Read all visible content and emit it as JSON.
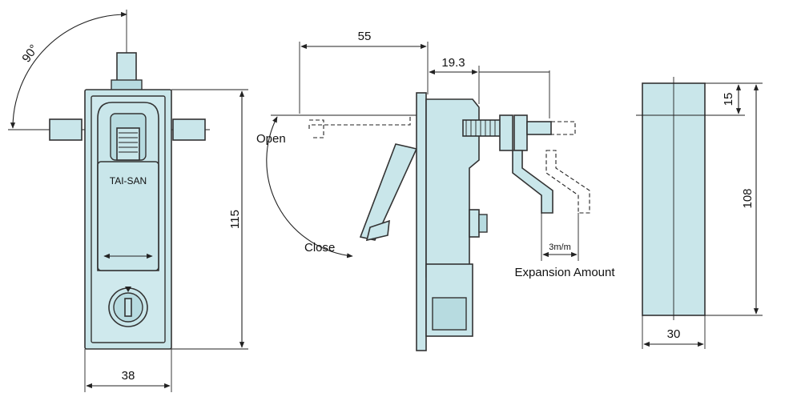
{
  "front_view": {
    "angle_label": "90°",
    "brand_label": "TAI-SAN",
    "height_label": "115",
    "width_label": "38"
  },
  "side_view": {
    "overall_label": "55",
    "offset_label": "19.3",
    "open_label": "Open",
    "close_label": "Close",
    "expansion_small_label": "3m/m",
    "expansion_label": "Expansion Amount"
  },
  "end_view": {
    "top_label": "15",
    "height_label": "108",
    "width_label": "30"
  },
  "colors": {
    "part_fill": "#c9e6ea",
    "outline": "#333333"
  }
}
